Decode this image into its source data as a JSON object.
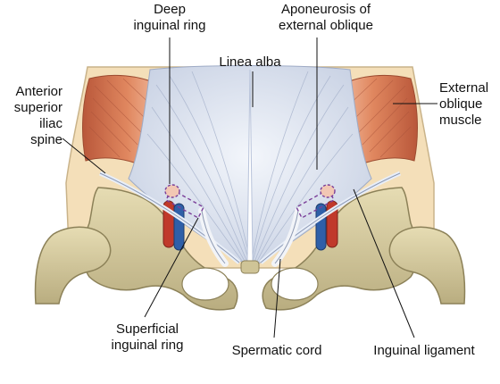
{
  "labels": {
    "deep_inguinal_ring": [
      "Deep",
      "inguinal ring"
    ],
    "aponeurosis": [
      "Aponeurosis of",
      "external oblique"
    ],
    "linea_alba": [
      "Linea alba"
    ],
    "anterior_superior_iliac_spine": [
      "Anterior",
      "superior",
      "iliac",
      "spine"
    ],
    "external_oblique_muscle": [
      "External",
      "oblique",
      "muscle"
    ],
    "superficial_inguinal_ring": [
      "Superficial",
      "inguinal ring"
    ],
    "spermatic_cord": [
      "Spermatic cord"
    ],
    "inguinal_ligament": [
      "Inguinal ligament"
    ]
  },
  "colors": {
    "background": "#ffffff",
    "skin": "#f4dfb9",
    "muscle": "#d2764f",
    "aponeurosis": "#d4dcec",
    "bone": "#d9cfa4",
    "artery": "#c0392b",
    "vein": "#2f5fa8",
    "leader": "#111111"
  }
}
